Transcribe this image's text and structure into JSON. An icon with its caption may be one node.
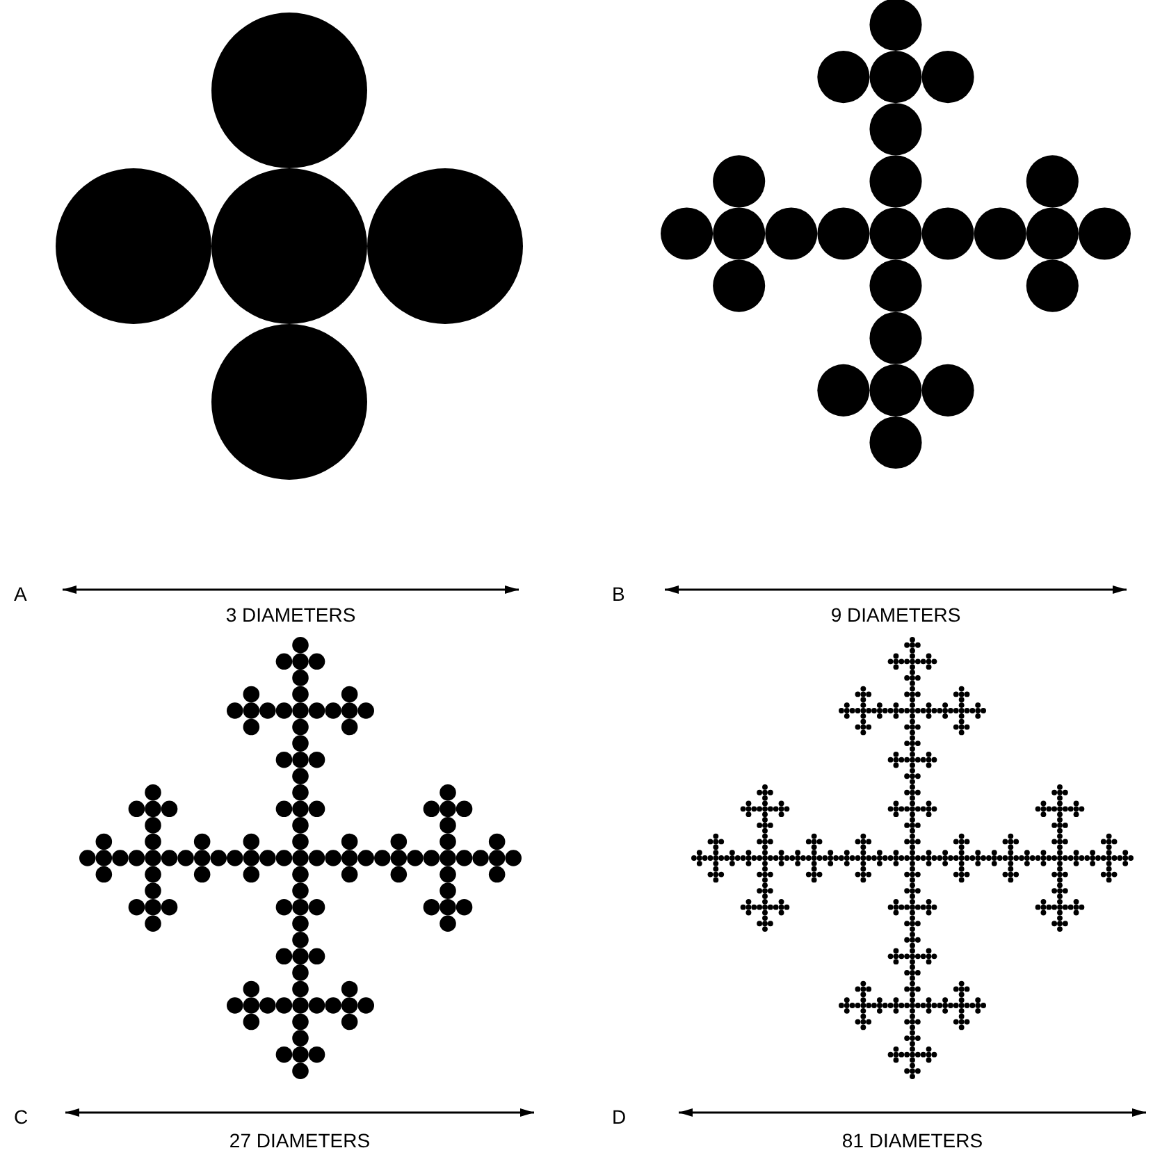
{
  "diagram": {
    "labels": [
      "A",
      "3 DIAMETERS",
      "B",
      "9 DIAMETERS",
      "C",
      "27 DIAMETERS",
      "D",
      "81 DIAMETERS"
    ]
  }
}
